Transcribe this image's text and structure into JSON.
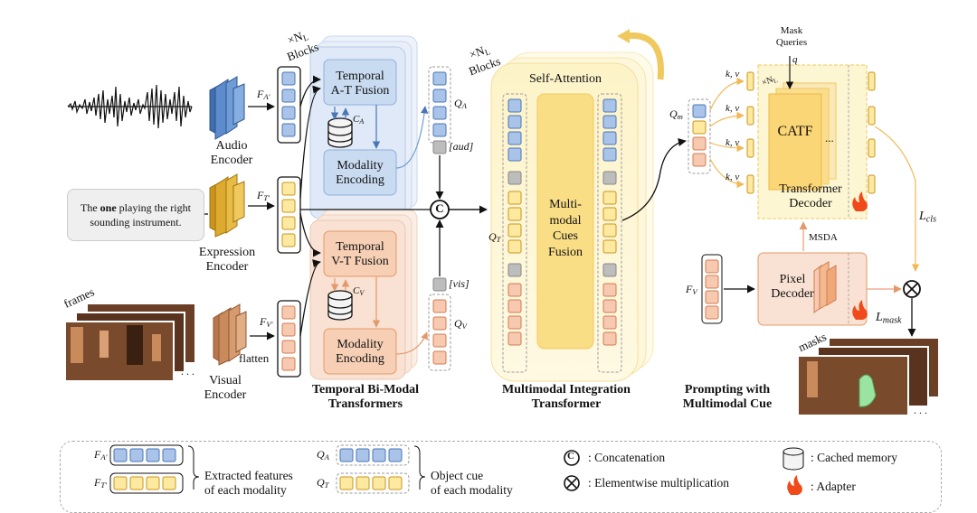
{
  "audio": {
    "enc_line1": "Audio",
    "enc_line2": "Encoder",
    "feat": "F",
    "feat_sub": "A'"
  },
  "expression": {
    "text_pre": "The ",
    "text_bold": "one",
    "text_post": " playing the right",
    "text_line2": "sounding instrument.",
    "enc_line1": "Expression",
    "enc_line2": "Encoder",
    "feat": "F",
    "feat_sub": "T'"
  },
  "visual": {
    "frames": "frames",
    "flatten": "flatten",
    "enc_line1": "Visual",
    "enc_line2": "Encoder",
    "feat": "F",
    "feat_sub": "V'"
  },
  "bimodal": {
    "repeat": "×N",
    "repeat_sub": "L",
    "blocks": "Blocks",
    "at_line1": "Temporal",
    "at_line2": "A-T Fusion",
    "vt_line1": "Temporal",
    "vt_line2": "V-T Fusion",
    "cache_a": "C",
    "cache_a_sub": "A",
    "cache_v": "C",
    "cache_v_sub": "V",
    "me_line1": "Modality",
    "me_line2": "Encoding",
    "title_line1": "Temporal Bi-Modal",
    "title_line2": "Transformers"
  },
  "queries": {
    "qa": "Q",
    "qa_sub": "A",
    "qv": "Q",
    "qv_sub": "V",
    "qt": "Q",
    "qt_sub": "T",
    "aud": "[aud]",
    "vis": "[vis]",
    "concat": "C"
  },
  "integration": {
    "repeat": "×N",
    "repeat_sub": "L",
    "blocks": "Blocks",
    "self_attention": "Self-Attention",
    "fusion_lines": [
      "Multi-",
      "modal",
      "Cues",
      "Fusion"
    ],
    "title_line1": "Multimodal Integration",
    "title_line2": "Transformer"
  },
  "decoder": {
    "qm": "Q",
    "qm_sub": "m",
    "kv": "k, v",
    "mask_q_line1": "Mask",
    "mask_q_line2": "Queries",
    "q": "q",
    "repeat": "×N",
    "repeat_sub": "L",
    "catf": "CATF",
    "dots": "...",
    "td_line1": "Transformer",
    "td_line2": "Decoder",
    "msda": "MSDA",
    "fv": "F",
    "fv_sub": "V",
    "pixel_line1": "Pixel",
    "pixel_line2": "Decoder",
    "lcls": "L",
    "lcls_sub": "cls",
    "lmask": "L",
    "lmask_sub": "mask",
    "masks": "masks",
    "prompt_line1": "Prompting with",
    "prompt_line2": "Multimodal Cue"
  },
  "legend": {
    "fa": "F",
    "fa_sub": "A'",
    "ft": "F",
    "ft_sub": "T'",
    "extracted_line1": "Extracted features",
    "extracted_line2": "of each modality",
    "qa": "Q",
    "qa_sub": "A",
    "qt": "Q",
    "qt_sub": "T",
    "object_line1": "Object cue",
    "object_line2": "of each modality",
    "concat_sym": "C",
    "concat": ": Concatenation",
    "mult": ": Elementwise multiplication",
    "cached": ": Cached memory",
    "adapter": ": Adapter"
  },
  "colors": {
    "audio": "#a9c4e8",
    "text": "#fde9a0",
    "visual": "#f6c9b0",
    "gray": "#bdbdbd",
    "bluepanel": "#dfe9f7",
    "orangepanel": "#f9e2d3",
    "yellowpanel": "#fdf6d3"
  }
}
